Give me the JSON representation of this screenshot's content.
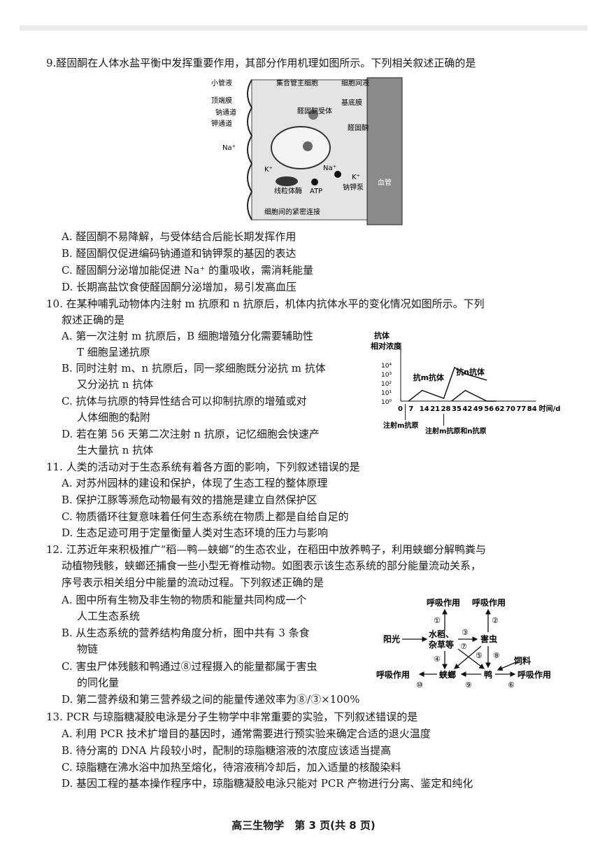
{
  "q9": {
    "stem": "9.醛固酮在人体水盐平衡中发挥重要作用，其部分作用机理如图所示。下列相关叙述正确的是",
    "figure_labels": {
      "lumen": "小管液",
      "cell": "集合管主细胞",
      "interstitial": "细胞间液",
      "apical": "顶端膜",
      "na_channel": "钠通道",
      "k_channel": "钾通道",
      "na": "Na⁺",
      "k": "K⁺",
      "receptor": "醛固酮受体",
      "basal": "基底膜",
      "aldosterone": "醛固酮",
      "mito": "线粒体酶",
      "atp": "ATP",
      "pump": "钠钾泵",
      "na2": "Na⁺",
      "k2": "K⁺",
      "vessel": "血管",
      "junction": "细胞间的紧密连接"
    },
    "options": [
      "A. 醛固酮不易降解，与受体结合后能长期发挥作用",
      "B. 醛固酮仅促进编码钠通道和钠钾泵的基因的表达",
      "C. 醛固酮分泌增加能促进 Na⁺ 的重吸收，需消耗能量",
      "D. 长期高盐饮食使醛固酮分泌增加，易引发高血压"
    ]
  },
  "q10": {
    "stem1": "10. 在某种哺乳动物体内注射 m 抗原和 n 抗原后，机体内抗体水平的变化情况如图所示。下列",
    "stem2": "叙述正确的是",
    "options": [
      [
        "A. 第一次注射 m 抗原后，B 细胞增殖分化需要辅助性",
        "T 细胞呈递抗原"
      ],
      [
        "B. 同时注射 m、n 抗原后，同一浆细胞既分泌抗 m 抗体",
        "又分泌抗 n 抗体"
      ],
      [
        "C. 抗体与抗原的特异性结合可以抑制抗原的增殖或对",
        "人体细胞的黏附"
      ],
      [
        "D. 若在第 56 天第二次注射 n 抗原，记忆细胞会快速产",
        "生大量抗 n 抗体"
      ]
    ]
  },
  "chart_data": {
    "type": "line",
    "ylabel": "抗体相对浓度",
    "xlabel": "时间/d",
    "yscale": "log",
    "yticks": [
      "10⁰",
      "10¹",
      "10²",
      "10³",
      "10⁴"
    ],
    "xticks": [
      "0",
      "7",
      "14",
      "21",
      "28",
      "35",
      "42",
      "49",
      "56",
      "62",
      "70",
      "77",
      "84"
    ],
    "series": [
      {
        "name": "抗m抗体",
        "x": [
          5,
          14,
          28,
          35,
          42,
          56
        ],
        "y": [
          1,
          15,
          2,
          5000,
          1000,
          200
        ]
      },
      {
        "name": "抗n抗体",
        "x": [
          33,
          42,
          56,
          62
        ],
        "y": [
          1,
          15,
          1,
          1
        ]
      }
    ],
    "annotations": [
      "注射m抗原",
      "注射m抗原和n抗原"
    ]
  },
  "q11": {
    "stem": "11. 人类的活动对于生态系统有着各方面的影响，下列叙述错误的是",
    "options": [
      "A. 对苏州园林的建设和保护，体现了生态工程的整体原理",
      "B. 保护江豚等濒危动物最有效的措施是建立自然保护区",
      "C. 物质循环往复意味着任何生态系统在物质上都是自给自足的",
      "D. 生态足迹可用于定量衡量人类对生态环境的压力与影响"
    ]
  },
  "q12": {
    "stem": [
      "12. 江苏近年来积极推广“稻—鸭—蛱螂”的生态农业，在稻田中放养鸭子，利用蛱螂分解鸭粪与",
      "动植物残骸，蛱螂还捕食一些小型无脊椎动物。如图表示该生态系统的部分能量流动关系，",
      "序号表示相关组分中能量的流动过程。下列叙述正确的是"
    ],
    "options": [
      [
        "A. 图中所有生物及非生物的物质和能量共同构成一个",
        "人工生态系统"
      ],
      [
        "B. 从生态系统的营养结构角度分析，图中共有 3 条食",
        "物链"
      ],
      [
        "C. 害虫尸体残骸和鸭通过⑧过程摄入的能量都属于害虫",
        "的同化量"
      ],
      [
        "D. 第二营养级和第三营养级之间的能量传递效率为⑧/③×100%"
      ]
    ],
    "web": {
      "resp": "呼吸作用",
      "sun": "阳光",
      "rice": "水稻、",
      "weeds": "杂草等",
      "pest": "害虫",
      "feed": "饲料",
      "roach": "蛱螂",
      "duck": "鸭",
      "n": [
        "①",
        "②",
        "③",
        "④",
        "⑤",
        "⑥",
        "⑦",
        "⑧",
        "⑨",
        "⑩"
      ]
    }
  },
  "q13": {
    "stem": "13. PCR 与琼脂糖凝胶电泳是分子生物学中非常重要的实验，下列叙述错误的是",
    "options": [
      "A. 利用 PCR 技术扩增目的基因时，通常需要进行预实验来确定合适的退火温度",
      "B. 待分离的 DNA 片段较小时，配制的琼脂糖溶液的浓度应该适当提高",
      "C. 琼脂糖在沸水浴中加热至熔化，待溶液稍冷却后，加入适量的核酸染料",
      "D. 基因工程的基本操作程序中，琼脂糖凝胶电泳只能对 PCR 产物进行分离、鉴定和纯化"
    ]
  },
  "footer": "高三生物学　第 3 页(共 8 页)"
}
